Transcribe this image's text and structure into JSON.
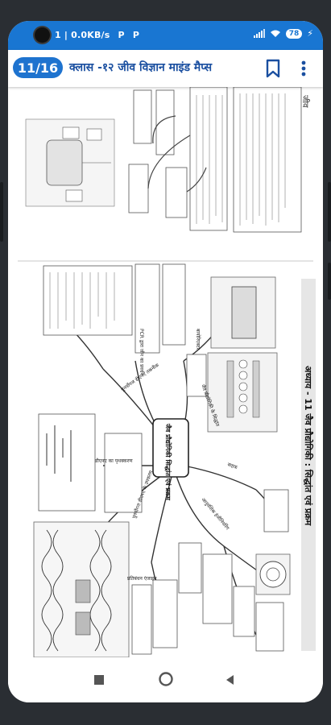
{
  "status_bar": {
    "left_text": "1 | 0.0KB/s",
    "app_icons": [
      "P",
      "P"
    ],
    "battery_level": "78"
  },
  "app_bar": {
    "page_indicator": "11/16",
    "title": "क्लास -१२ जीव विज्ञान माइंड मैप्स"
  },
  "document": {
    "chapter_heading": "अध्याय - 11 जैव प्रौद्योगिकी : सिद्धांत एवं प्रक्रम",
    "previous_chapter_tail": "जीव",
    "central_node": "जैव प्रौद्योगिकी सिद्धांत एवं प्रक्रम",
    "branch_labels": [
      "पुनर्योगज डीएनए तकनीक",
      "जैव प्रौद्योगिकी के सिद्धांत",
      "आनुवंशिक इंजीनियरिंग",
      "पुनर्योगज डीएनए के उपकरण",
      "प्रतिबंधन एंजाइम",
      "वाहक",
      "PCR द्वारा जीन का प्रवर्धन",
      "डीएनए का पृथक्करण",
      "बायोरिएक्टर"
    ]
  },
  "nav_bar": {
    "buttons": [
      "recent-apps",
      "home",
      "back"
    ]
  },
  "colors": {
    "status_bar_bg": "#1976d2",
    "badge_bg": "#1e73cf",
    "title_color": "#1a4fa0"
  }
}
